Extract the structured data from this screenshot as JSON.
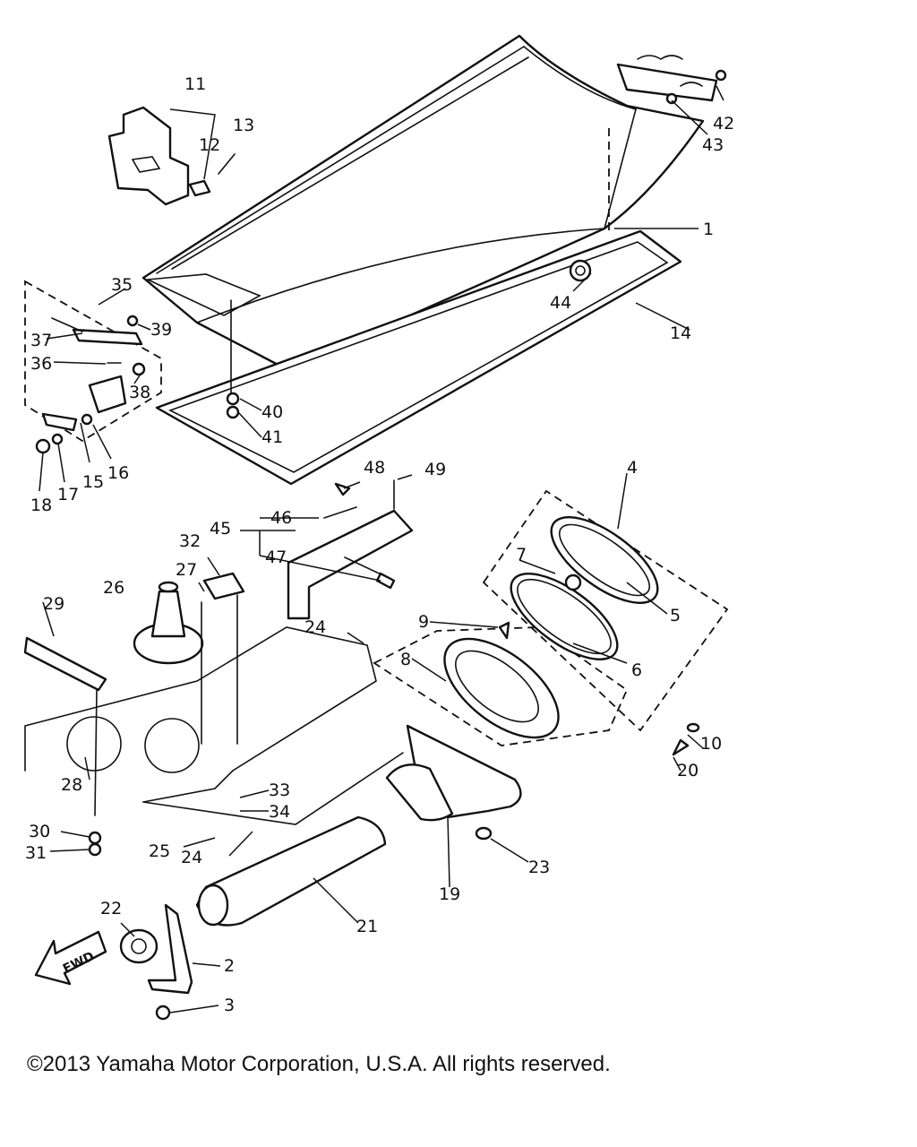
{
  "diagram": {
    "callouts": [
      "1",
      "2",
      "3",
      "4",
      "5",
      "6",
      "7",
      "8",
      "9",
      "10",
      "11",
      "12",
      "13",
      "14",
      "15",
      "16",
      "17",
      "18",
      "19",
      "20",
      "21",
      "22",
      "23",
      "24",
      "24",
      "25",
      "26",
      "27",
      "28",
      "29",
      "30",
      "31",
      "32",
      "33",
      "34",
      "35",
      "36",
      "37",
      "38",
      "39",
      "40",
      "41",
      "42",
      "43",
      "44",
      "45",
      "46",
      "47",
      "48",
      "49"
    ],
    "direction_label": "FWD"
  },
  "footer": {
    "copyright": "©2013 Yamaha Motor Corporation, U.S.A. All rights reserved."
  }
}
